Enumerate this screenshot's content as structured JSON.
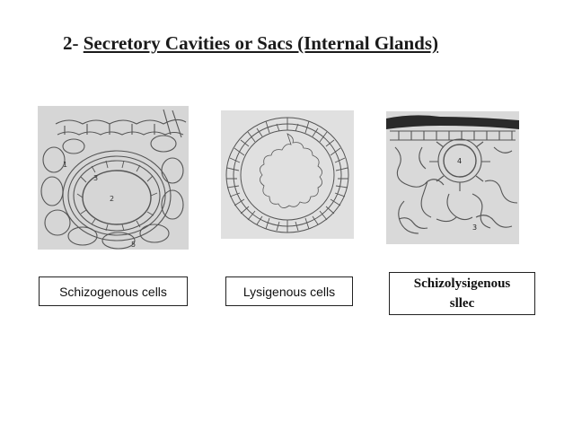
{
  "slide": {
    "title_number": "2-",
    "title_text": "Secretory Cavities or Sacs (Internal Glands)"
  },
  "figures": [
    {
      "name": "schizogenous",
      "labels": [
        "1",
        "2",
        "3",
        "5"
      ]
    },
    {
      "name": "lysigenous",
      "labels": []
    },
    {
      "name": "schizolysigenous",
      "labels": [
        "4",
        "3"
      ]
    }
  ],
  "captions": {
    "schizogenous": "Schizogenous cells",
    "lysigenous": "Lysigenous cells",
    "schizolysigenous_line1": "Schizolysigenous",
    "schizolysigenous_line2": "sllec"
  }
}
